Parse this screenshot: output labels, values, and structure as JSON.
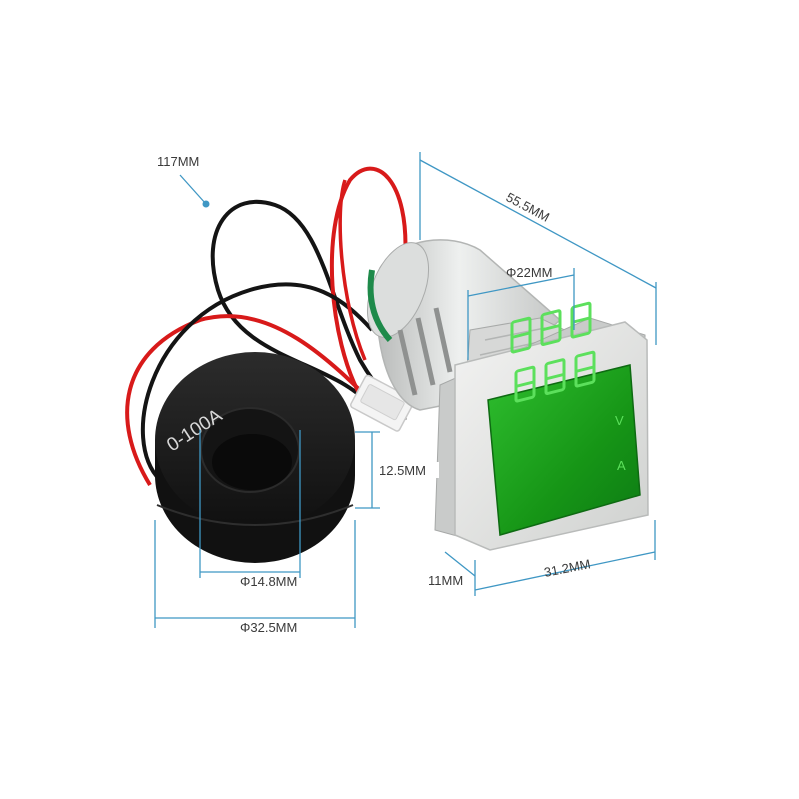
{
  "product": {
    "sensor_rating": "0-100A",
    "display_units": {
      "top": "V",
      "bottom": "A"
    },
    "colors": {
      "dimension_lines": "#3f97c4",
      "display_green": "#1fa81f",
      "digit_green": "#5ce05c",
      "housing": "#e3e4e3",
      "sensor_ring": "#1b1b1b",
      "wire_red": "#d81a1a",
      "wire_black": "#141414"
    }
  },
  "dimensions": {
    "wire_length": "117MM",
    "meter_length": "55.5MM",
    "barrel_diameter": "Φ22MM",
    "ring_thickness": "12.5MM",
    "ring_inner_diameter": "Φ14.8MM",
    "ring_outer_diameter": "Φ32.5MM",
    "bezel_depth": "11MM",
    "bezel_width": "31.2MM"
  }
}
